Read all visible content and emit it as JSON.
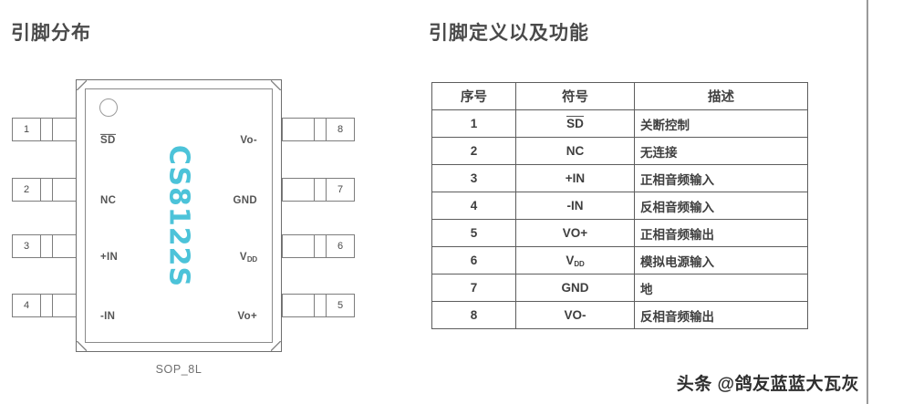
{
  "headings": {
    "left": "引脚分布",
    "right": "引脚定义以及功能"
  },
  "package": {
    "part_number": "CS8122S",
    "part_number_color": "#4cc3d9",
    "caption": "SOP_8L",
    "pin1_indicator": "circle-marker",
    "left_pins": [
      {
        "number": "1",
        "label": "SD",
        "overline": true
      },
      {
        "number": "2",
        "label": "NC",
        "overline": false
      },
      {
        "number": "3",
        "label": "+IN",
        "overline": false
      },
      {
        "number": "4",
        "label": "-IN",
        "overline": false
      }
    ],
    "right_pins": [
      {
        "number": "8",
        "label": "Vo-",
        "sub": ""
      },
      {
        "number": "7",
        "label": "GND",
        "sub": ""
      },
      {
        "number": "6",
        "label": "V",
        "sub": "DD"
      },
      {
        "number": "5",
        "label": "Vo+",
        "sub": ""
      }
    ]
  },
  "table": {
    "headers": [
      "序号",
      "符号",
      "描述"
    ],
    "rows": [
      {
        "no": "1",
        "symbol": "SD",
        "overline": true,
        "desc": "关断控制"
      },
      {
        "no": "2",
        "symbol": "NC",
        "overline": false,
        "desc": "无连接"
      },
      {
        "no": "3",
        "symbol": "+IN",
        "overline": false,
        "desc": "正相音频输入"
      },
      {
        "no": "4",
        "symbol": "-IN",
        "overline": false,
        "desc": "反相音频输入"
      },
      {
        "no": "5",
        "symbol": "VO+",
        "overline": false,
        "desc": "正相音频输出"
      },
      {
        "no": "6",
        "symbol": "V",
        "sub": "DD",
        "overline": false,
        "desc": "模拟电源输入"
      },
      {
        "no": "7",
        "symbol": "GND",
        "overline": false,
        "desc": "地"
      },
      {
        "no": "8",
        "symbol": "VO-",
        "overline": false,
        "desc": "反相音频输出"
      }
    ]
  },
  "watermark": "头条 @鸽友蓝蓝大瓦灰"
}
